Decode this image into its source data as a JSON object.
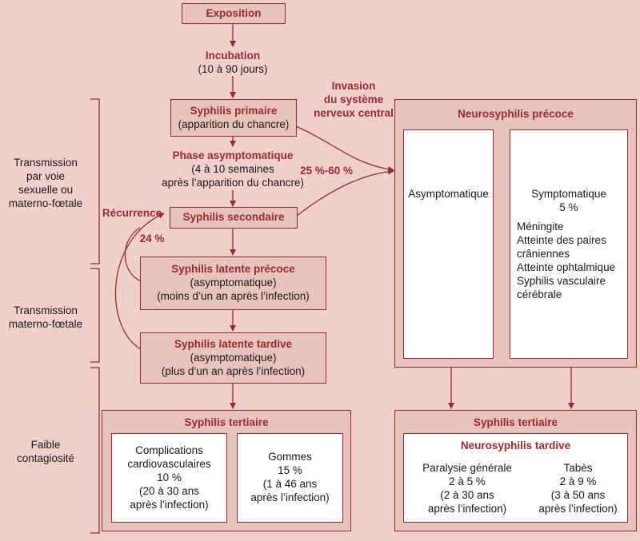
{
  "exposition": "Exposition",
  "incubation": {
    "title": "Incubation",
    "detail": "(10 à 90 jours)"
  },
  "invasion": [
    "Invasion",
    "du système",
    "nerveux central"
  ],
  "primaire": {
    "title": "Syphilis primaire",
    "detail": "(apparition du chancre)"
  },
  "phase": {
    "title": "Phase asymptomatique",
    "detail1": "(4 à 10 semaines",
    "detail2": "après l’apparition du chancre)"
  },
  "pct_neuro": "25 %-60 %",
  "recurrence": "Récurrence",
  "pct_recurrence": "24 %",
  "secondaire": "Syphilis secondaire",
  "latente_precoce": {
    "title": "Syphilis latente précoce",
    "detail1": "(asymptomatique)",
    "detail2": "(moins d’un an après l’infection)"
  },
  "latente_tardive": {
    "title": "Syphilis latente tardive",
    "detail1": "(asymptomatique)",
    "detail2": "(plus d’un an après l’infection)"
  },
  "side_labels": {
    "sexuelle": [
      "Transmission",
      "par voie",
      "sexuelle ou",
      "materno-fœtale"
    ],
    "materno": [
      "Transmission",
      "materno-fœtale"
    ],
    "faible": [
      "Faible",
      "contagiosité"
    ]
  },
  "neuro_precoce": {
    "title": "Neurosyphilis précoce",
    "asympto": "Asymptomatique",
    "sympto": "Symptomatique",
    "sympto_pct": "5 %",
    "items": [
      "Méningite",
      "Atteinte des paires",
      "crâniennes",
      "Atteinte ophtalmique",
      "Syphilis vasculaire",
      "cérébrale"
    ]
  },
  "tertiaire_left": {
    "title": "Syphilis tertiaire",
    "complications": [
      "Complications",
      "cardiovasculaires",
      "10 %",
      "(20 à 30 ans",
      "après l’infection)"
    ],
    "gommes": [
      "Gommes",
      "15 %",
      "(1 à 46 ans",
      "après l’infection)"
    ]
  },
  "tertiaire_right": {
    "title": "Syphilis tertiaire",
    "subtitle": "Neurosyphilis tardive",
    "paralysie": [
      "Paralysie générale",
      "2 à 5 %",
      "(2 à 30 ans",
      "après l’infection)"
    ],
    "tabes": [
      "Tabès",
      "2 à 9 %",
      "(3 à 50 ans",
      "après l’infection)"
    ]
  },
  "colors": {
    "accent": "#9b2a2f",
    "background": "#efd0ca",
    "box": "#e8c3bb"
  }
}
